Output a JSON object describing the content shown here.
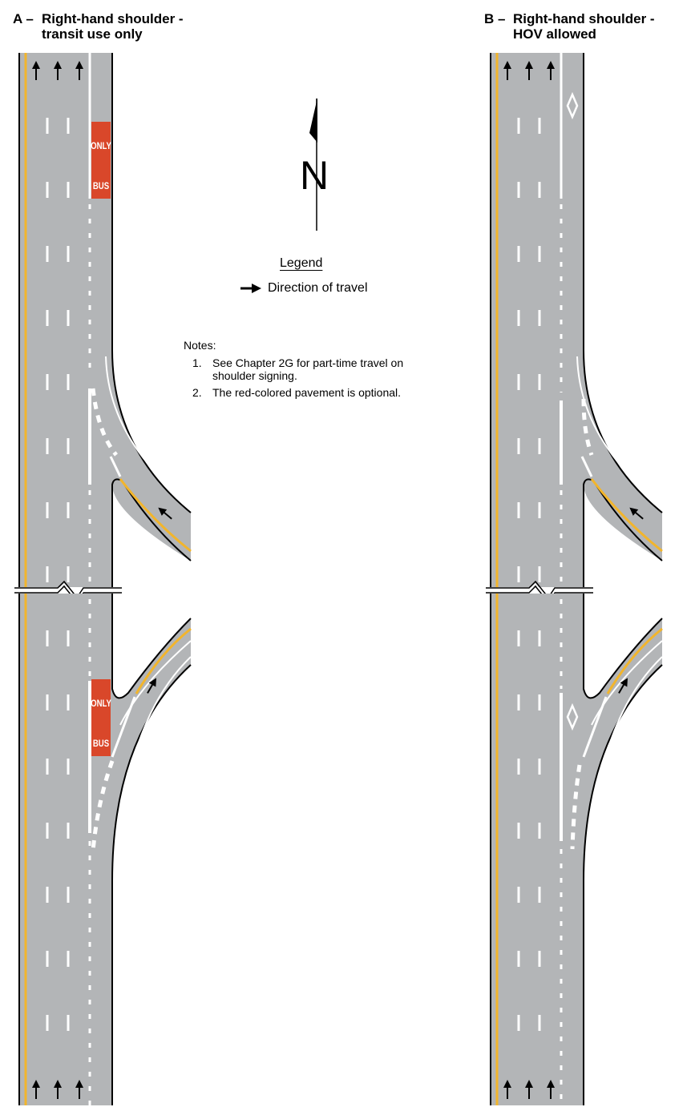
{
  "panel_a": {
    "title_prefix": "A –",
    "title_line1": "Right-hand shoulder -",
    "title_line2": "transit use only",
    "sign_word_top": "ONLY",
    "sign_word_bottom": "BUS"
  },
  "panel_b": {
    "title_prefix": "B –",
    "title_line1": "Right-hand shoulder -",
    "title_line2": "HOV allowed"
  },
  "north_arrow": {
    "label": "N"
  },
  "legend": {
    "title": "Legend",
    "items": [
      {
        "icon": "arrow-right-icon",
        "label": "Direction of travel"
      }
    ]
  },
  "notes": {
    "title": "Notes:",
    "items": [
      {
        "num": "1.",
        "text": "See Chapter 2G for part-time travel on shoulder signing."
      },
      {
        "num": "2.",
        "text": "The red-colored pavement is optional."
      }
    ]
  },
  "colors": {
    "pavement": "#b3b5b7",
    "yellow_line": "#f2b52c",
    "white_line": "#ffffff",
    "edge_line": "#000000",
    "red_pavement": "#d9472a"
  }
}
